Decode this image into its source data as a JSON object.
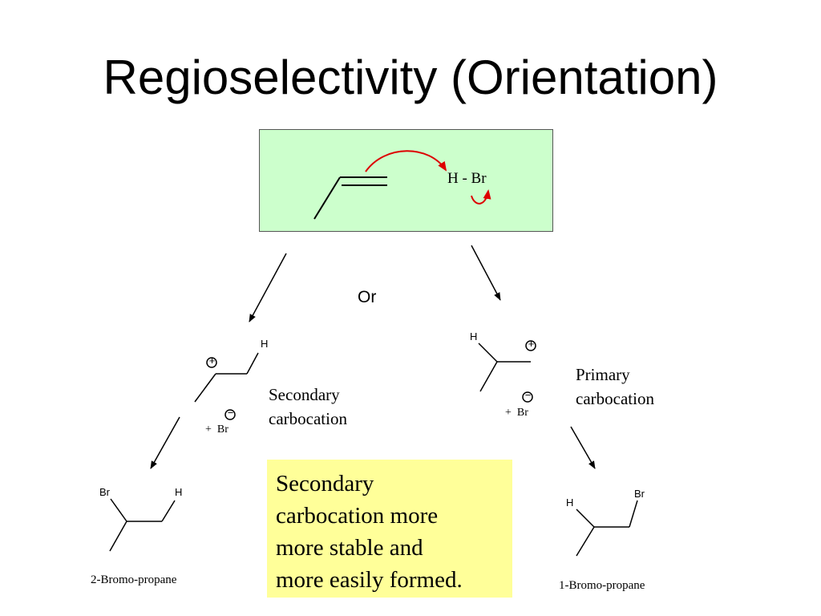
{
  "title": "Regioselectivity (Orientation)",
  "reagent": "H - Br",
  "or_label": "Or",
  "secondary": {
    "label_line1": "Secondary",
    "label_line2": "carbocation",
    "atom_h": "H",
    "plus_charge": "+",
    "minus_charge": "−",
    "counter_ion": "+  Br"
  },
  "primary": {
    "label_line1": "Primary",
    "label_line2": "carbocation",
    "atom_h": "H",
    "plus_charge": "+",
    "minus_charge": "−",
    "counter_ion": "+  Br"
  },
  "product_left": {
    "atom_br": "Br",
    "atom_h": "H",
    "name": "2-Bromo-propane"
  },
  "product_right": {
    "atom_br": "Br",
    "atom_h": "H",
    "name": "1-Bromo-propane"
  },
  "note": {
    "line1": "Secondary",
    "line2": "carbocation more",
    "line3": "more stable and",
    "line4": "more easily formed."
  },
  "colors": {
    "green_box": "#ccffcc",
    "yellow_box": "#ffff99",
    "arrow_red": "#dd0000"
  }
}
